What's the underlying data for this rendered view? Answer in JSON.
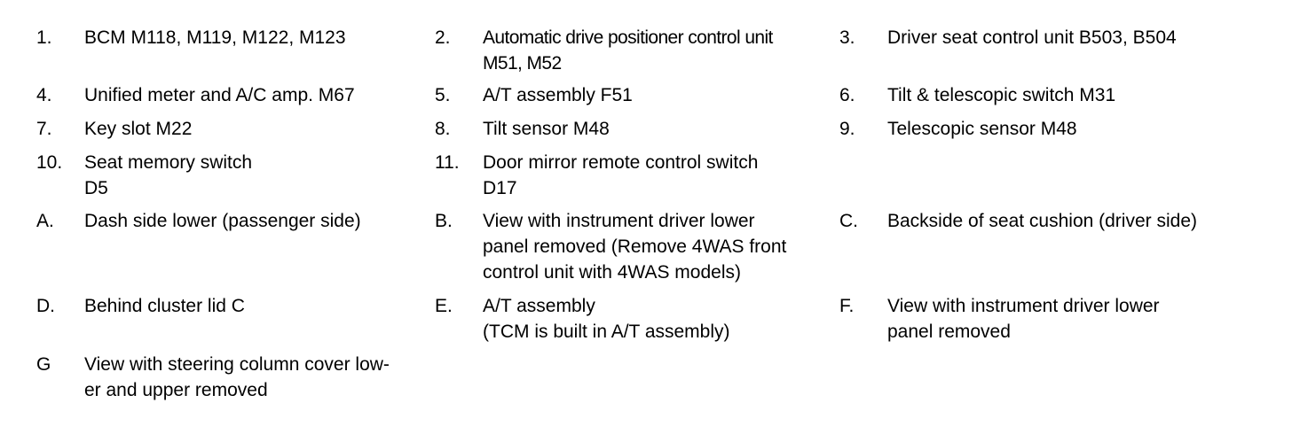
{
  "legend": {
    "items": [
      {
        "num": "1.",
        "text": "BCM M118, M119, M122, M123"
      },
      {
        "num": "2.",
        "text": "Automatic drive positioner control unit\nM51, M52"
      },
      {
        "num": "3.",
        "text": "Driver seat control unit B503, B504"
      },
      {
        "num": "4.",
        "text": "Unified meter and A/C amp. M67"
      },
      {
        "num": "5.",
        "text": "A/T assembly F51"
      },
      {
        "num": "6.",
        "text": "Tilt & telescopic switch M31"
      },
      {
        "num": "7.",
        "text": "Key slot M22"
      },
      {
        "num": "8.",
        "text": "Tilt sensor M48"
      },
      {
        "num": "9.",
        "text": "Telescopic sensor M48"
      },
      {
        "num": "10.",
        "text": "Seat memory switch\n D5"
      },
      {
        "num": "11.",
        "text": "Door mirror remote control switch\n D17"
      },
      {
        "num": "A.",
        "text": "Dash side lower (passenger side)"
      },
      {
        "num": "B.",
        "text": "View with instrument driver lower\npanel removed (Remove 4WAS front\ncontrol unit with 4WAS models)"
      },
      {
        "num": "C.",
        "text": "Backside of seat cushion (driver side)"
      },
      {
        "num": "D.",
        "text": "Behind cluster lid C"
      },
      {
        "num": "E.",
        "text": "A/T assembly\n(TCM is built in A/T assembly)"
      },
      {
        "num": "F.",
        "text": "View with instrument driver lower\npanel removed"
      },
      {
        "num": "G",
        "text": "View with steering column cover low-\ner and upper removed"
      }
    ]
  }
}
